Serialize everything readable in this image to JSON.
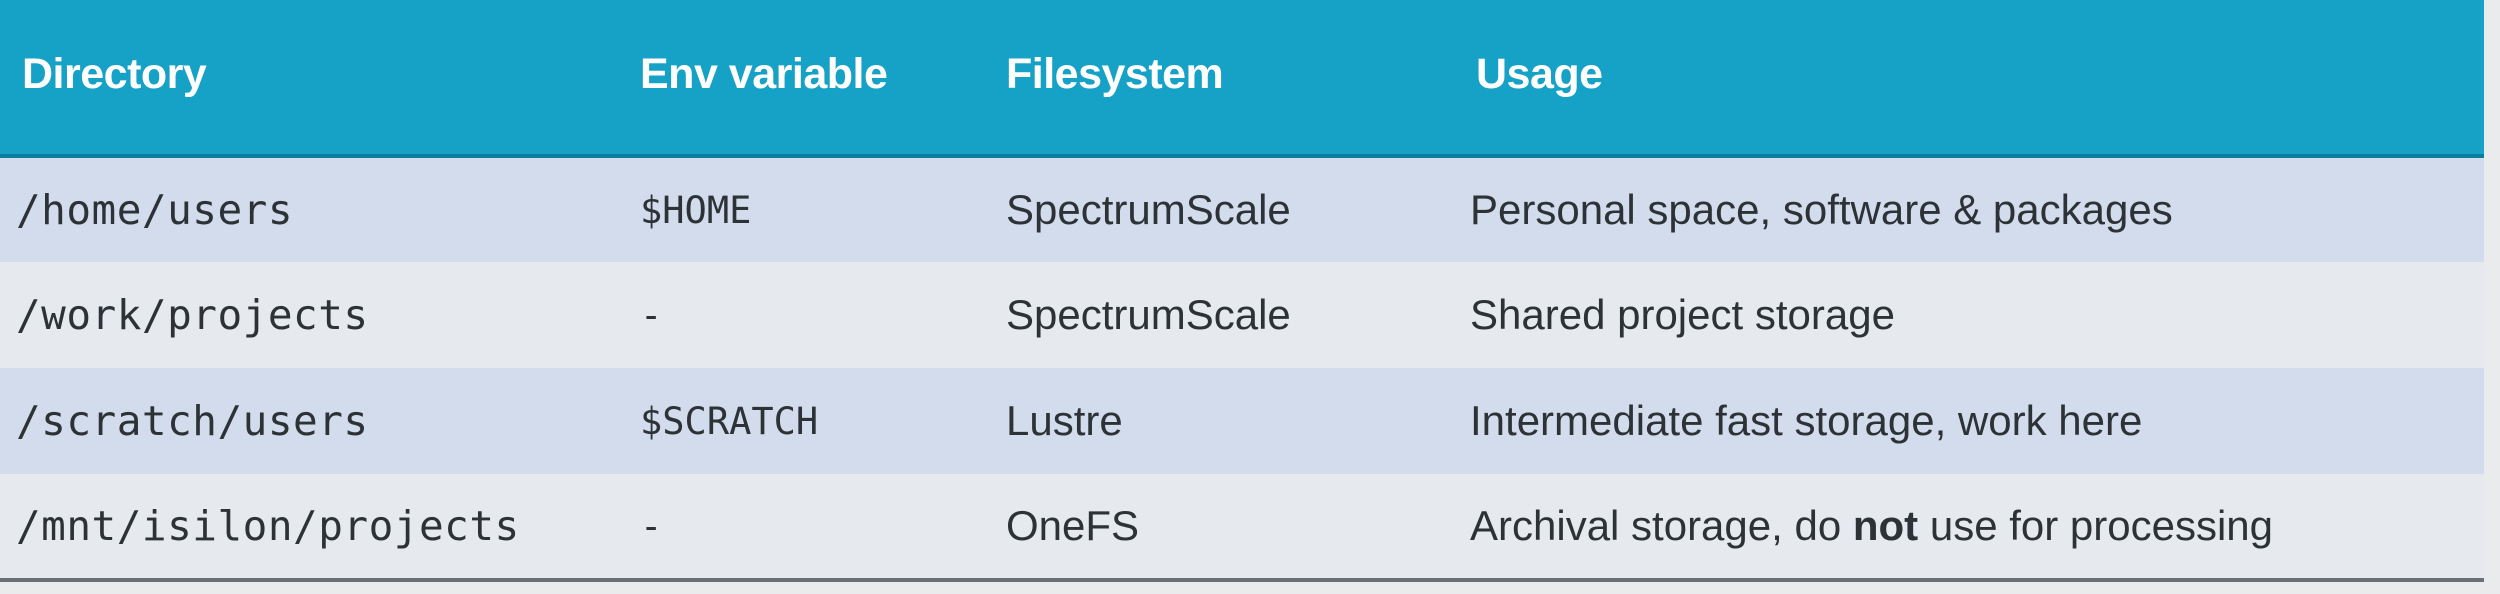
{
  "table": {
    "headers": {
      "directory": "Directory",
      "env_variable": "Env variable",
      "filesystem": "Filesystem",
      "usage": "Usage"
    },
    "rows": [
      {
        "directory": "/home/users",
        "env_variable": "$HOME",
        "filesystem": "SpectrumScale",
        "usage_before": "Personal space, software & packages",
        "usage_bold": "",
        "usage_after": ""
      },
      {
        "directory": "/work/projects",
        "env_variable": "-",
        "filesystem": "SpectrumScale",
        "usage_before": "Shared project storage",
        "usage_bold": "",
        "usage_after": ""
      },
      {
        "directory": "/scratch/users",
        "env_variable": "$SCRATCH",
        "filesystem": "Lustre",
        "usage_before": "Intermediate fast storage, work here",
        "usage_bold": "",
        "usage_after": ""
      },
      {
        "directory": "/mnt/isilon/projects",
        "env_variable": "-",
        "filesystem": "OneFS",
        "usage_before": "Archival storage, do ",
        "usage_bold": "not",
        "usage_after": " use for processing"
      }
    ]
  },
  "colors": {
    "header_background": "#16a2c6",
    "header_text": "#ffffff",
    "row_band_light": "#d2dcec",
    "row_band_pale": "#e6e9ee",
    "body_text": "#2d3236"
  }
}
